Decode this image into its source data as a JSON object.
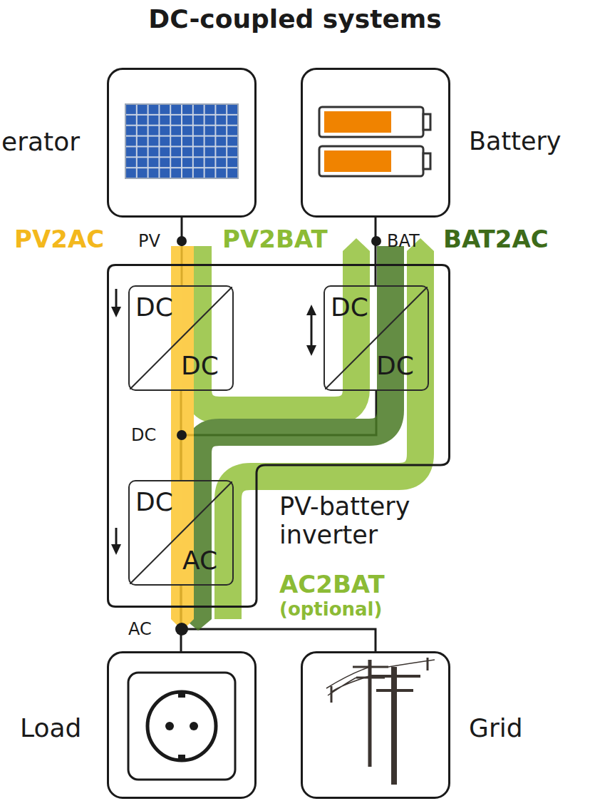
{
  "diagram": {
    "title": "DC-coupled systems",
    "nodes": [
      {
        "text": [
          "erator"
        ]
      },
      {
        "text": [
          "Battery"
        ]
      },
      {
        "text": [
          "PV-battery inverter"
        ]
      },
      {
        "text": [
          "DC",
          "DC"
        ],
        "in": 2
      },
      {
        "text": [
          "DC",
          "DC"
        ],
        "in": 2
      },
      {
        "text": [
          "DC",
          "AC"
        ],
        "in": 2
      },
      {
        "text": [
          "Load"
        ]
      },
      {
        "text": [
          "Grid"
        ]
      }
    ],
    "edges": [
      {
        "from": 0,
        "to": 3,
        "arrow": "none"
      },
      {
        "from": 1,
        "to": 4,
        "arrow": "none"
      },
      {
        "from": 3,
        "to": 5,
        "arrow": "none"
      },
      {
        "from": 4,
        "to": 5,
        "arrow": "none"
      },
      {
        "from": 5,
        "to": 6,
        "arrow": "none"
      },
      {
        "from": 5,
        "to": 7,
        "arrow": "none"
      }
    ],
    "labels": [
      "PV2AC",
      "PV",
      "PV2BAT",
      "BAT",
      "BAT2AC",
      "DC",
      "AC",
      "AC2BAT",
      "(optional)"
    ]
  }
}
